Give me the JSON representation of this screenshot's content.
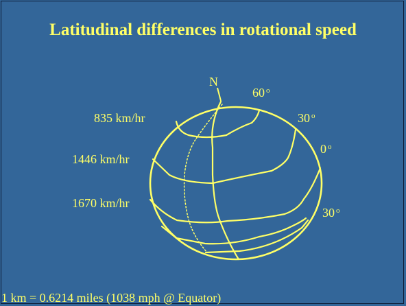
{
  "title": "Latitudinal differences in rotational speed",
  "north_label": "N",
  "speeds": [
    "835 km/hr",
    "1446 km/hr",
    "1670 km/hr"
  ],
  "latitudes": [
    "60",
    "30",
    "0",
    "30"
  ],
  "degree_symbol": "o",
  "footer": "1 km = 0.6214 miles (1038 mph @ Equator)",
  "colors": {
    "background": "#336699",
    "foreground": "#ffff66"
  }
}
